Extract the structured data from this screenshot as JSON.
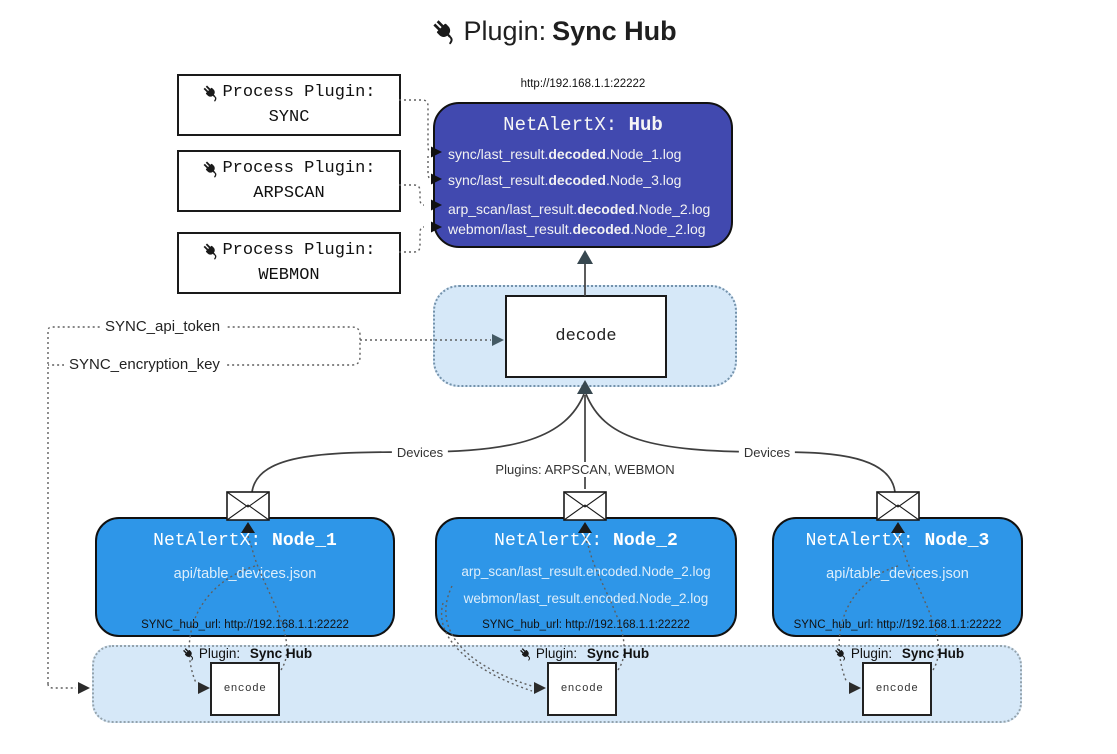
{
  "title": {
    "label": "Plugin:",
    "name": "Sync Hub"
  },
  "process_plugins": [
    {
      "label": "Process Plugin:",
      "name": "SYNC"
    },
    {
      "label": "Process Plugin:",
      "name": "ARPSCAN"
    },
    {
      "label": "Process Plugin:",
      "name": "WEBMON"
    }
  ],
  "hub": {
    "url": "http://192.168.1.1:22222",
    "title_label": "NetAlertX:",
    "title_name": "Hub",
    "logs": [
      {
        "pre": "sync/last_result.",
        "bold": "decoded",
        "post": ".Node_1.log"
      },
      {
        "pre": "sync/last_result.",
        "bold": "decoded",
        "post": ".Node_3.log"
      },
      {
        "pre": "arp_scan/last_result.",
        "bold": "decoded",
        "post": ".Node_2.log"
      },
      {
        "pre": "webmon/last_result.",
        "bold": "decoded",
        "post": ".Node_2.log"
      }
    ]
  },
  "decode": {
    "label": "decode"
  },
  "config": {
    "api_token": "SYNC_api_token",
    "encryption_key": "SYNC_encryption_key"
  },
  "edge_labels": {
    "devices_left": "Devices",
    "plugins_center": "Plugins: ARPSCAN, WEBMON",
    "devices_right": "Devices"
  },
  "nodes": [
    {
      "title_label": "NetAlertX:",
      "title_name": "Node_1",
      "files": [
        "api/table_devices.json"
      ],
      "hub_url": "SYNC_hub_url: http://192.168.1.1:22222"
    },
    {
      "title_label": "NetAlertX:",
      "title_name": "Node_2",
      "files": [
        "arp_scan/last_result.encoded.Node_2.log",
        "webmon/last_result.encoded.Node_2.log"
      ],
      "hub_url": "SYNC_hub_url: http://192.168.1.1:22222"
    },
    {
      "title_label": "NetAlertX:",
      "title_name": "Node_3",
      "files": [
        "api/table_devices.json"
      ],
      "hub_url": "SYNC_hub_url: http://192.168.1.1:22222"
    }
  ],
  "encoders": [
    {
      "plugin_label": "Plugin:",
      "plugin_name": "Sync Hub",
      "box_label": "encode"
    },
    {
      "plugin_label": "Plugin:",
      "plugin_name": "Sync Hub",
      "box_label": "encode"
    },
    {
      "plugin_label": "Plugin:",
      "plugin_name": "Sync Hub",
      "box_label": "encode"
    }
  ],
  "icons": {
    "plug": "🔌",
    "envelope": "✉",
    "arrow_right": "▶"
  },
  "colors": {
    "hub_bg": "#4149AF",
    "node_bg": "#2E96E8",
    "container_bg": "#D6E8F8",
    "arrow_dark": "#37474F"
  }
}
